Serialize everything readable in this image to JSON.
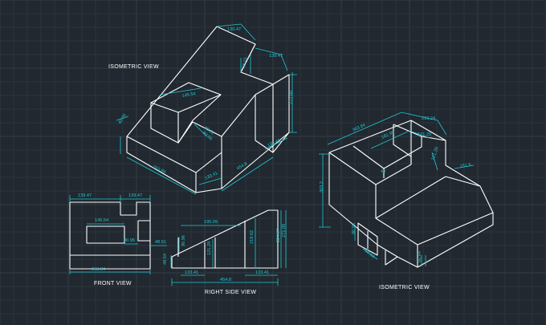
{
  "view_titles": {
    "iso_left": "ISOMETRIC VIEW",
    "iso_right": "ISOMETRIC VIEW",
    "front": "FRONT VIEW",
    "right_side": "RIGHT SIDE VIEW"
  },
  "dimensions": {
    "iso1": [
      "130.47",
      "139.47",
      "48.01",
      "145.54",
      "272.88",
      "90.96",
      "48.51",
      "40.00",
      "363.84",
      "133.41",
      "454.8",
      "133.41"
    ],
    "iso2": [
      "363.84",
      "210.24",
      "181.90",
      "121.29",
      "121.29",
      "151.6",
      "48",
      "303.2",
      "90.96",
      "60.64",
      "60.64"
    ],
    "front": [
      "139.47",
      "139.47",
      "145.54",
      "90.96",
      "48.51",
      "263.84"
    ],
    "right": [
      "195.09",
      "90.96",
      "48.54",
      "121.29",
      "218.62",
      "224.37",
      "272.88",
      "133.41",
      "133.41",
      "454.8"
    ]
  },
  "colors": {
    "background": "#212830",
    "object": "#ffffff",
    "dimension": "#1fc7cf"
  }
}
